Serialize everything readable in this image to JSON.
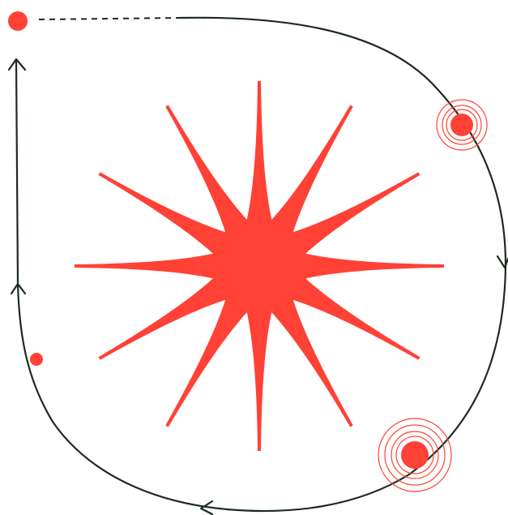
{
  "illustration": {
    "colors": {
      "accent": "#ff4136",
      "line": "#1d2b20",
      "background": "#ffffff"
    },
    "elements": {
      "starburst": "starburst-icon",
      "path": "orbit-path",
      "dashed_link": "dashed-connector",
      "markers": [
        "start-dot",
        "ringed-dot-upper",
        "ringed-dot-lower",
        "small-dot"
      ],
      "arrows": [
        "arrow-right-side-down",
        "arrow-bottom-left",
        "arrow-left-side-up",
        "arrow-top-left-up"
      ]
    }
  }
}
